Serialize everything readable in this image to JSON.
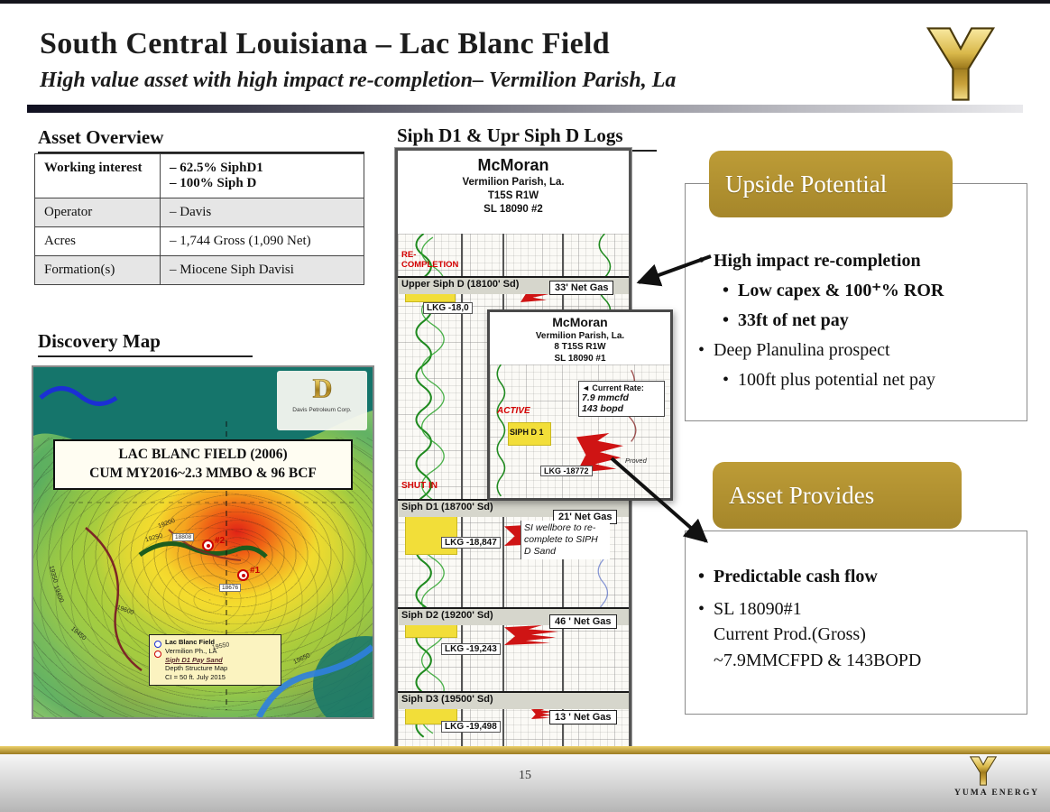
{
  "slide": {
    "title": "South Central Louisiana – Lac Blanc Field",
    "subtitle": "High value asset with high impact re-completion– Vermilion Parish, La"
  },
  "asset_overview": {
    "heading": "Asset Overview",
    "rows": [
      {
        "label": "Working interest",
        "values": [
          "–  62.5% SiphD1",
          "–  100% Siph D"
        ]
      },
      {
        "label": "Operator",
        "values": [
          "–  Davis"
        ]
      },
      {
        "label": "Acres",
        "values": [
          "–  1,744 Gross (1,090 Net)"
        ]
      },
      {
        "label": "Formation(s)",
        "values": [
          "–  Miocene Siph Davisi"
        ]
      }
    ]
  },
  "discovery_map": {
    "heading": "Discovery Map",
    "title_box": [
      "LAC BLANC FIELD (2006)",
      "CUM MY2016~2.3 MMBO & 96 BCF"
    ],
    "davis_logo_caption": "Davis Petroleum Corp.",
    "wells": {
      "well2": "#2",
      "well1": "#1",
      "well2_depth": "18808",
      "well1_depth": "18676"
    },
    "legend": [
      "Lac Blanc Field",
      "Vermilion Ph., LA",
      "Siph  D1 Pay Sand",
      "Depth  Structure  Map",
      "CI = 50 ft.    July 2015"
    ],
    "contour_labels": [
      "19200",
      "19250",
      "19350",
      "19400",
      "19450",
      "19550",
      "19600",
      "19650"
    ]
  },
  "logs": {
    "heading": "Siph D1 & Upr Siph D Logs",
    "well2_header": [
      "McMoran",
      "Vermilion Parish, La.",
      "T15S  R1W",
      "SL 18090 #2"
    ],
    "recompletion": "RE-COMPLETION",
    "shut_in": "SHUT IN",
    "sections": [
      {
        "name": "Upper Siph D (18100' Sd)",
        "net_gas": "33' Net Gas",
        "lkg": "LKG -18,0"
      },
      {
        "name": "Siph D1 (18700' Sd)",
        "net_gas": "21' Net Gas",
        "lkg": "LKG -18,847"
      },
      {
        "name": "Siph D2 (19200' Sd)",
        "net_gas": "46 ' Net Gas",
        "lkg": "LKG -19,243"
      },
      {
        "name": "Siph D3 (19500' Sd)",
        "net_gas": "13 ' Net Gas",
        "lkg": "LKG -19,498"
      }
    ],
    "si_note": "SI wellbore to re-complete to SIPH D Sand",
    "inset": {
      "header": [
        "McMoran",
        "Vermilion Parish, La.",
        "8 T15S  R1W",
        "SL 18090 #1"
      ],
      "active": "ACTIVE",
      "zone": "SIPH D 1",
      "rate_label": "Current Rate:",
      "rate_lines": [
        "7.9 mmcfd",
        "143 bopd"
      ],
      "lkg": "LKG  -18772",
      "proved": "Proved"
    }
  },
  "upside": {
    "title": "Upside Potential",
    "bullets": [
      {
        "text": "High impact re-completion"
      },
      {
        "text": "Low capex & 100⁺% ROR"
      },
      {
        "text": "33ft of  net pay"
      },
      {
        "text": "Deep Planulina prospect"
      },
      {
        "text": "100ft plus potential net pay"
      }
    ]
  },
  "asset_provides": {
    "title": "Asset Provides",
    "bullet1": "Predictable cash flow",
    "bullet2": [
      "SL 18090#1",
      "Current Prod.(Gross)",
      "~7.9MMCFPD & 143BOPD"
    ]
  },
  "footer": {
    "page_number": "15",
    "brand": "YUMA ENERGY"
  }
}
